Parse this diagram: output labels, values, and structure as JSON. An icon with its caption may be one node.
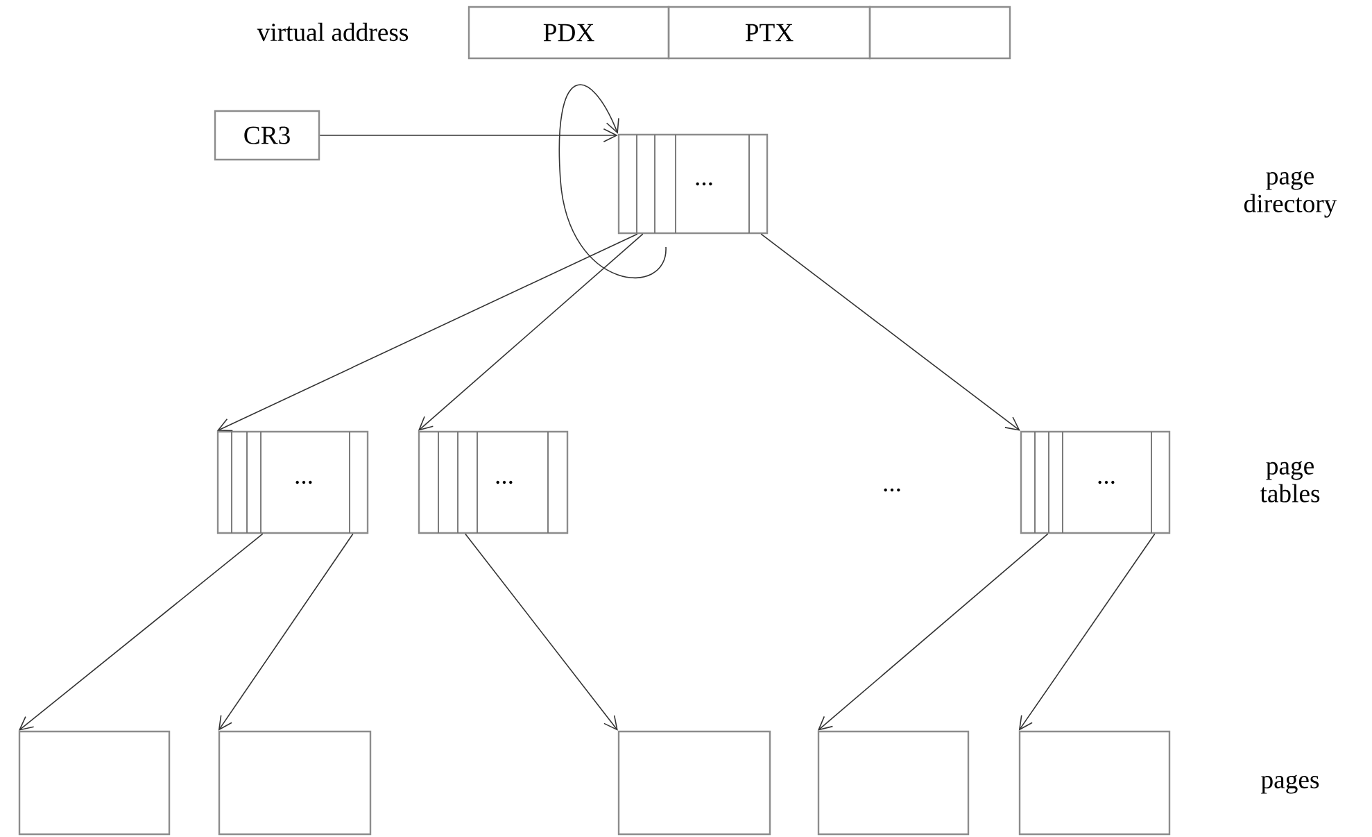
{
  "diagram": {
    "nodes": [
      {
        "text": [
          "PDX"
        ]
      },
      {
        "text": [
          "PTX"
        ]
      },
      {
        "text": [],
        "shape": "box"
      },
      {
        "text": [
          "CR3"
        ]
      },
      {
        "text": [
          "..."
        ]
      },
      {
        "text": [
          "..."
        ]
      },
      {
        "text": [
          "..."
        ]
      },
      {
        "text": [
          "..."
        ]
      },
      {
        "text": [],
        "shape": "box"
      },
      {
        "text": [],
        "shape": "box"
      },
      {
        "text": [],
        "shape": "box"
      },
      {
        "text": [],
        "shape": "box"
      },
      {
        "text": [],
        "shape": "box"
      }
    ],
    "edges": [
      {
        "from": 3,
        "to": 4,
        "arrow": "to"
      },
      {
        "from": null,
        "to": 4,
        "arrow": "to"
      },
      {
        "from": 4,
        "to": 5,
        "arrow": "to"
      },
      {
        "from": 4,
        "to": 6,
        "arrow": "to"
      },
      {
        "from": 4,
        "to": 7,
        "arrow": "to"
      },
      {
        "from": 5,
        "to": 8,
        "arrow": "to"
      },
      {
        "from": 5,
        "to": 9,
        "arrow": "to"
      },
      {
        "from": 6,
        "to": 10,
        "arrow": "to"
      },
      {
        "from": 7,
        "to": 11,
        "arrow": "to"
      },
      {
        "from": 7,
        "to": 12,
        "arrow": "to"
      }
    ],
    "labels": [
      "virtual address",
      "page directory",
      "...",
      "page tables",
      "pages"
    ]
  }
}
